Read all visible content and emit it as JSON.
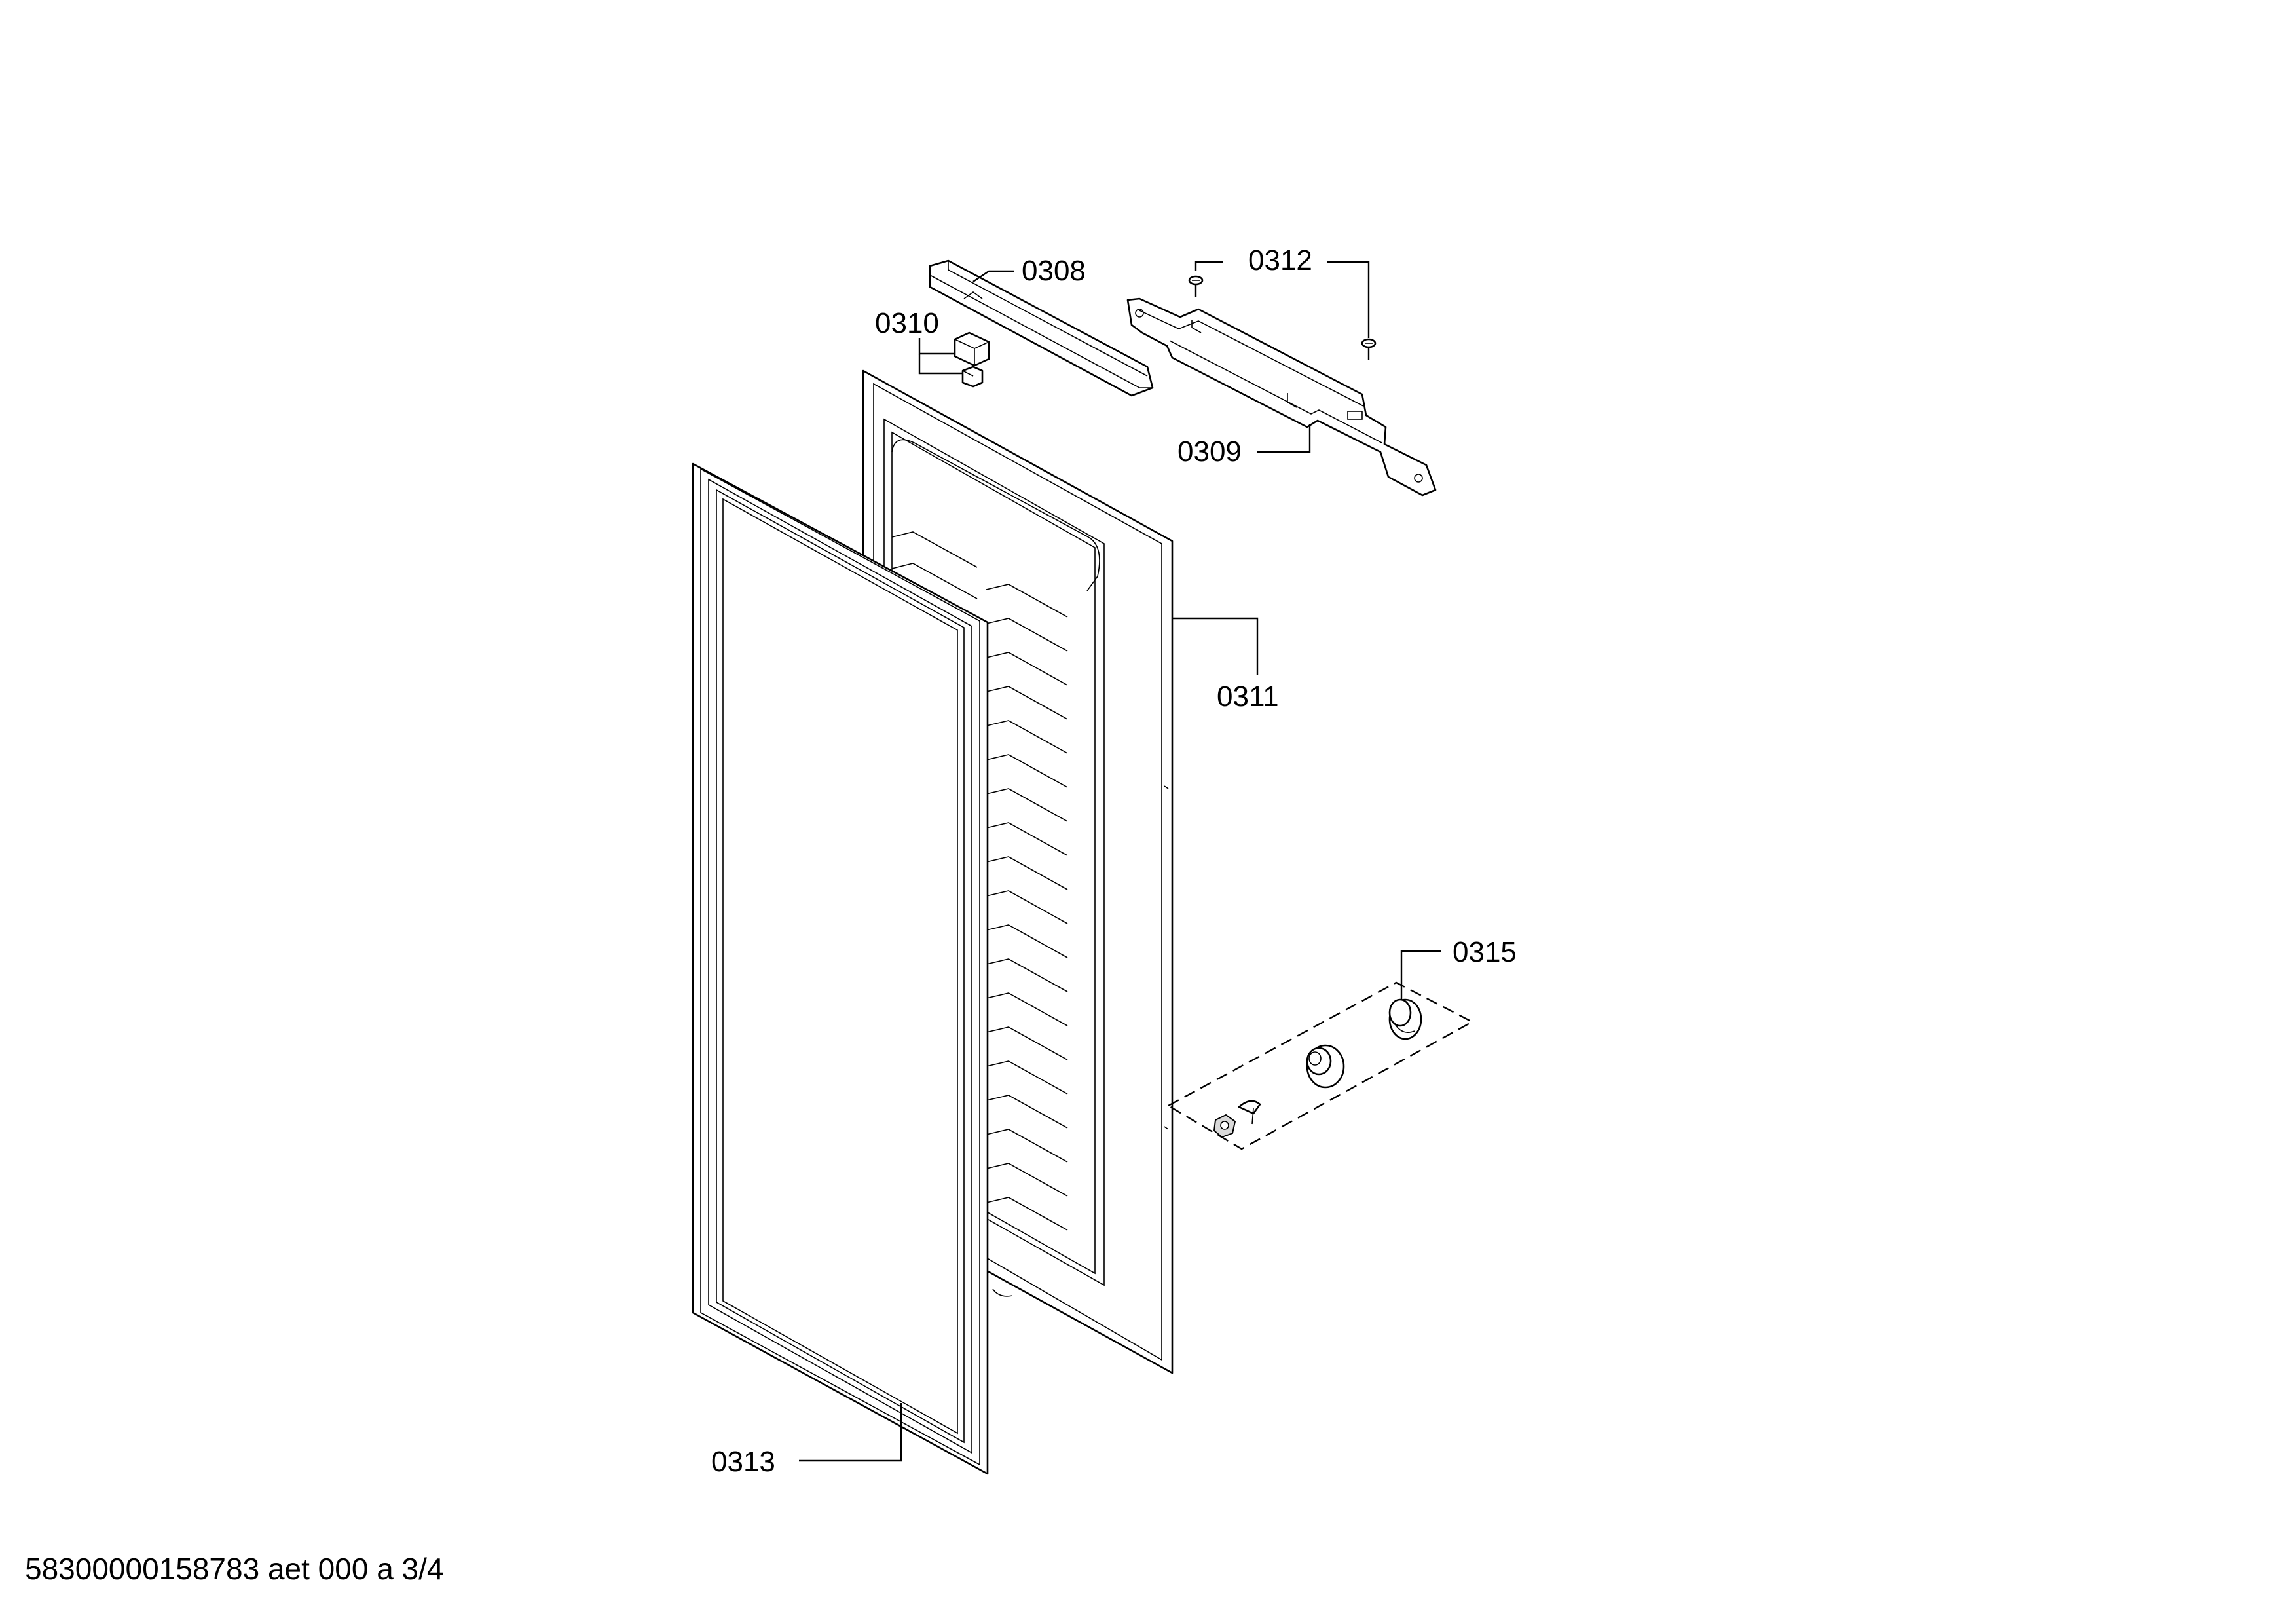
{
  "labels": {
    "p0308": "0308",
    "p0309": "0309",
    "p0310": "0310",
    "p0311": "0311",
    "p0312": "0312",
    "p0313": "0313",
    "p0315": "0315"
  },
  "footer": {
    "code": "58300000158783 aet 000 a 3/4"
  }
}
